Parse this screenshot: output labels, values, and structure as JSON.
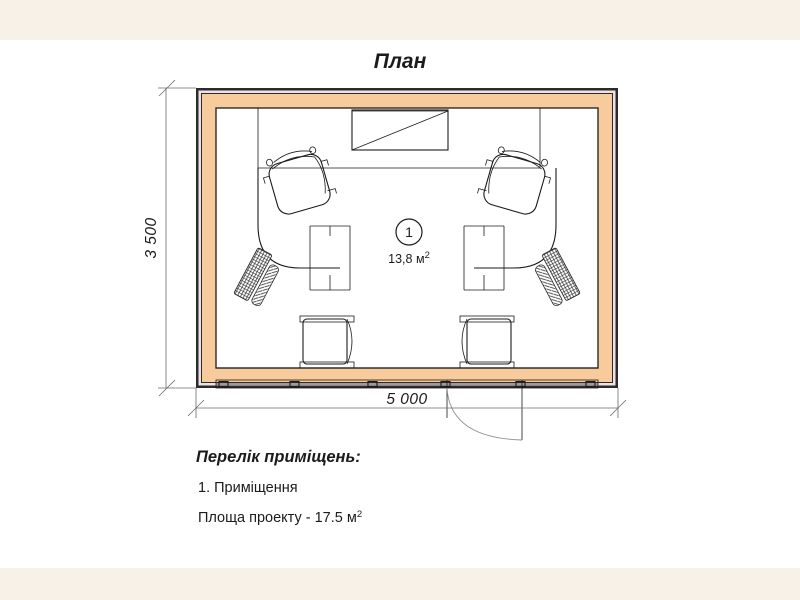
{
  "page": {
    "background": "#ffffff",
    "band_color": "#f8f1e7"
  },
  "title": "План",
  "drawing": {
    "wall_outline_color": "#2b2b2b",
    "wall_fill_color": "#f8cb9c",
    "wall_inner_band_color": "#f0e2e4",
    "floor_color": "#ffffff",
    "line_color": "#1b1b1b"
  },
  "dimensions": {
    "vertical": {
      "label": "3 500",
      "unit_implied": "mm",
      "orientation": "rotated-90"
    },
    "horizontal": {
      "label": "5 000",
      "unit_implied": "mm",
      "orientation": "horizontal"
    }
  },
  "room": {
    "marker_number": "1",
    "area_value": "13,8",
    "area_unit": "м",
    "area_superscript": "2",
    "area_label": "13,8 м2"
  },
  "legend": {
    "heading": "Перелік приміщень:",
    "items": [
      {
        "text": "1. Приміщення"
      }
    ],
    "total": {
      "prefix": "Площа проекту - 17.5 м",
      "superscript": "2",
      "full": "Площа проекту - 17.5 м2"
    }
  },
  "furniture": [
    {
      "name": "desk-left",
      "type": "curved-desk"
    },
    {
      "name": "desk-right",
      "type": "curved-desk"
    },
    {
      "name": "office-chair-left",
      "type": "swivel-chair"
    },
    {
      "name": "office-chair-right",
      "type": "swivel-chair"
    },
    {
      "name": "keyboard-left",
      "type": "keyboard-and-mouse"
    },
    {
      "name": "keyboard-right",
      "type": "keyboard-and-mouse"
    },
    {
      "name": "pedestal-left",
      "type": "visitor-seat"
    },
    {
      "name": "pedestal-right",
      "type": "visitor-seat"
    },
    {
      "name": "top-cabinet",
      "type": "cabinet-with-diagonal"
    }
  ],
  "openings": {
    "door": {
      "name": "entry-door",
      "swing": "outward"
    },
    "windows": {
      "name": "glazed-wall",
      "position": "bottom"
    }
  }
}
